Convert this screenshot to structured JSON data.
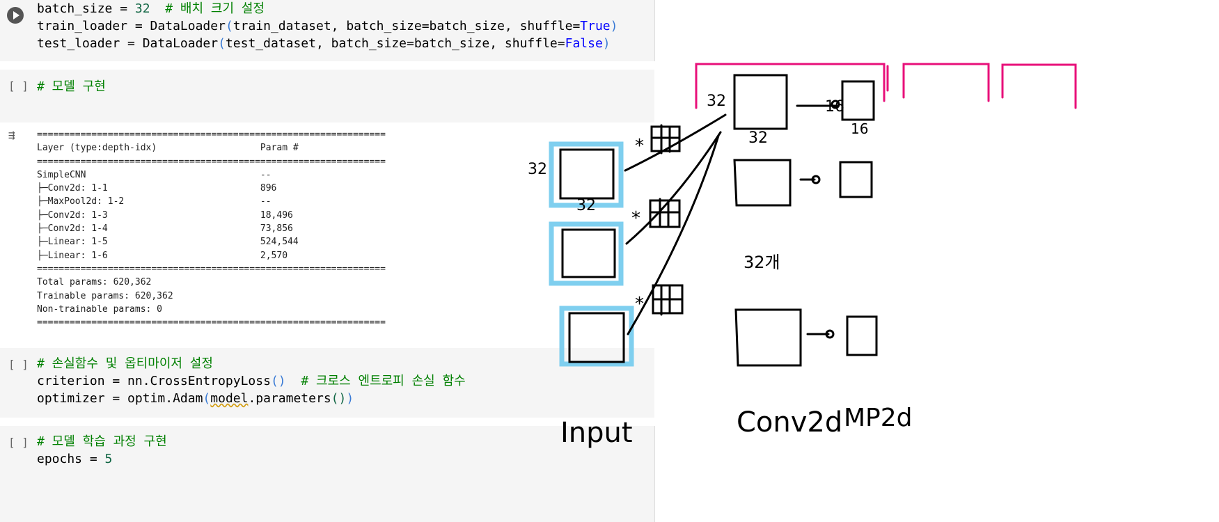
{
  "cells": [
    {
      "lines": [
        "batch_size = ",
        "32",
        "  # 배치 크기 설정",
        "train_loader = DataLoader",
        "(",
        "train_dataset, batch_size=batch_size, shuffle=",
        "True",
        ")",
        "test_loader = DataLoader",
        "(",
        "test_dataset, batch_size=batch_size, shuffle=",
        "False",
        ")"
      ]
    },
    {
      "gutter": "[ ]",
      "comment": "# 모델 구현"
    },
    {
      "gutter": "[ ]",
      "comment": "# 손실함수 및 옵티마이저 설정",
      "l1a": "criterion = nn.CrossEntropyLoss",
      "l1b": "()",
      "l1c": "  # 크로스 엔트로피 손실 함수",
      "l2a": "optim.Adam",
      "l2pre": "optimizer = ",
      "l2b": "(",
      "l2c": "model",
      ".parameters": "",
      "l2d": ".parameters",
      "l2e": "()",
      "l2f": ")"
    },
    {
      "gutter": "[ ]",
      "comment": "# 모델 학습 과정 구현",
      "l1a": "epochs = ",
      "l1b": "5"
    }
  ],
  "summary": {
    "sep": "================================================================",
    "header": "Layer (type:depth-idx)                   Param #",
    "rows": [
      "SimpleCNN                                --",
      "├─Conv2d: 1-1                            896",
      "├─MaxPool2d: 1-2                         --",
      "├─Conv2d: 1-3                            18,496",
      "├─Conv2d: 1-4                            73,856",
      "├─Linear: 1-5                            524,544",
      "├─Linear: 1-6                            2,570"
    ],
    "total": "Total params: 620,362",
    "trainable": "Trainable params: 620,362",
    "non_trainable": "Non-trainable params: 0"
  },
  "icons": {
    "run": "play-circle-icon",
    "output": "output-collapse-icon"
  },
  "annotations": {
    "input": "Input",
    "conv": "Conv2d",
    "mp": "MP2d",
    "n32a": "32",
    "n32b": "32",
    "n32c": "32",
    "n32d": "32",
    "n16a": "16",
    "n16b": "16",
    "count": "32개",
    "star": "*"
  },
  "colors": {
    "blue": "#7fcfef",
    "pink": "#e8107a"
  }
}
